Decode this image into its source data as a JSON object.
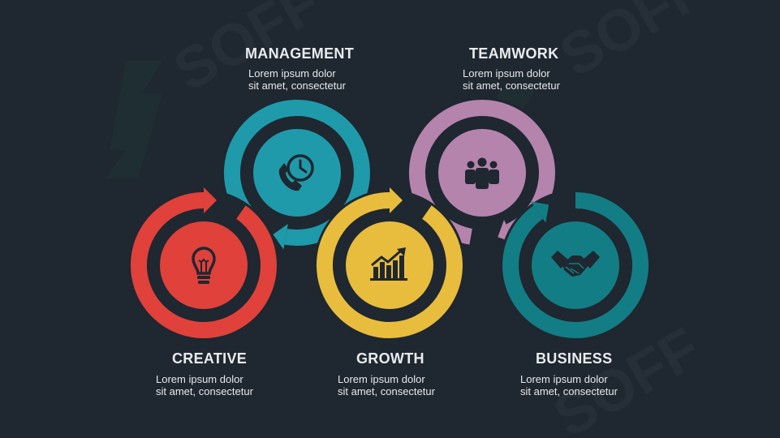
{
  "colors": {
    "background": "#1f2730",
    "red": "#e0413b",
    "teal": "#1f9aaa",
    "yellow": "#e8bd3d",
    "purple": "#b484ad",
    "dark_teal": "#127d84",
    "icon": "#1f2730",
    "text": "#e8ecef"
  },
  "items": [
    {
      "title": "MANAGEMENT",
      "line1": "Lorem ipsum dolor",
      "line2": "sit amet, consectetur",
      "icon": "phone-clock-icon",
      "color": "#1f9aaa"
    },
    {
      "title": "TEAMWORK",
      "line1": "Lorem ipsum dolor",
      "line2": "sit amet, consectetur",
      "icon": "team-icon",
      "color": "#b484ad"
    },
    {
      "title": "CREATIVE",
      "line1": "Lorem ipsum dolor",
      "line2": "sit amet, consectetur",
      "icon": "lightbulb-icon",
      "color": "#e0413b"
    },
    {
      "title": "GROWTH",
      "line1": "Lorem ipsum dolor",
      "line2": "sit amet, consectetur",
      "icon": "growth-chart-icon",
      "color": "#e8bd3d"
    },
    {
      "title": "BUSINESS",
      "line1": "Lorem ipsum dolor",
      "line2": "sit amet, consectetur",
      "icon": "handshake-icon",
      "color": "#127d84"
    }
  ],
  "watermark": {
    "text": "SOFF"
  }
}
